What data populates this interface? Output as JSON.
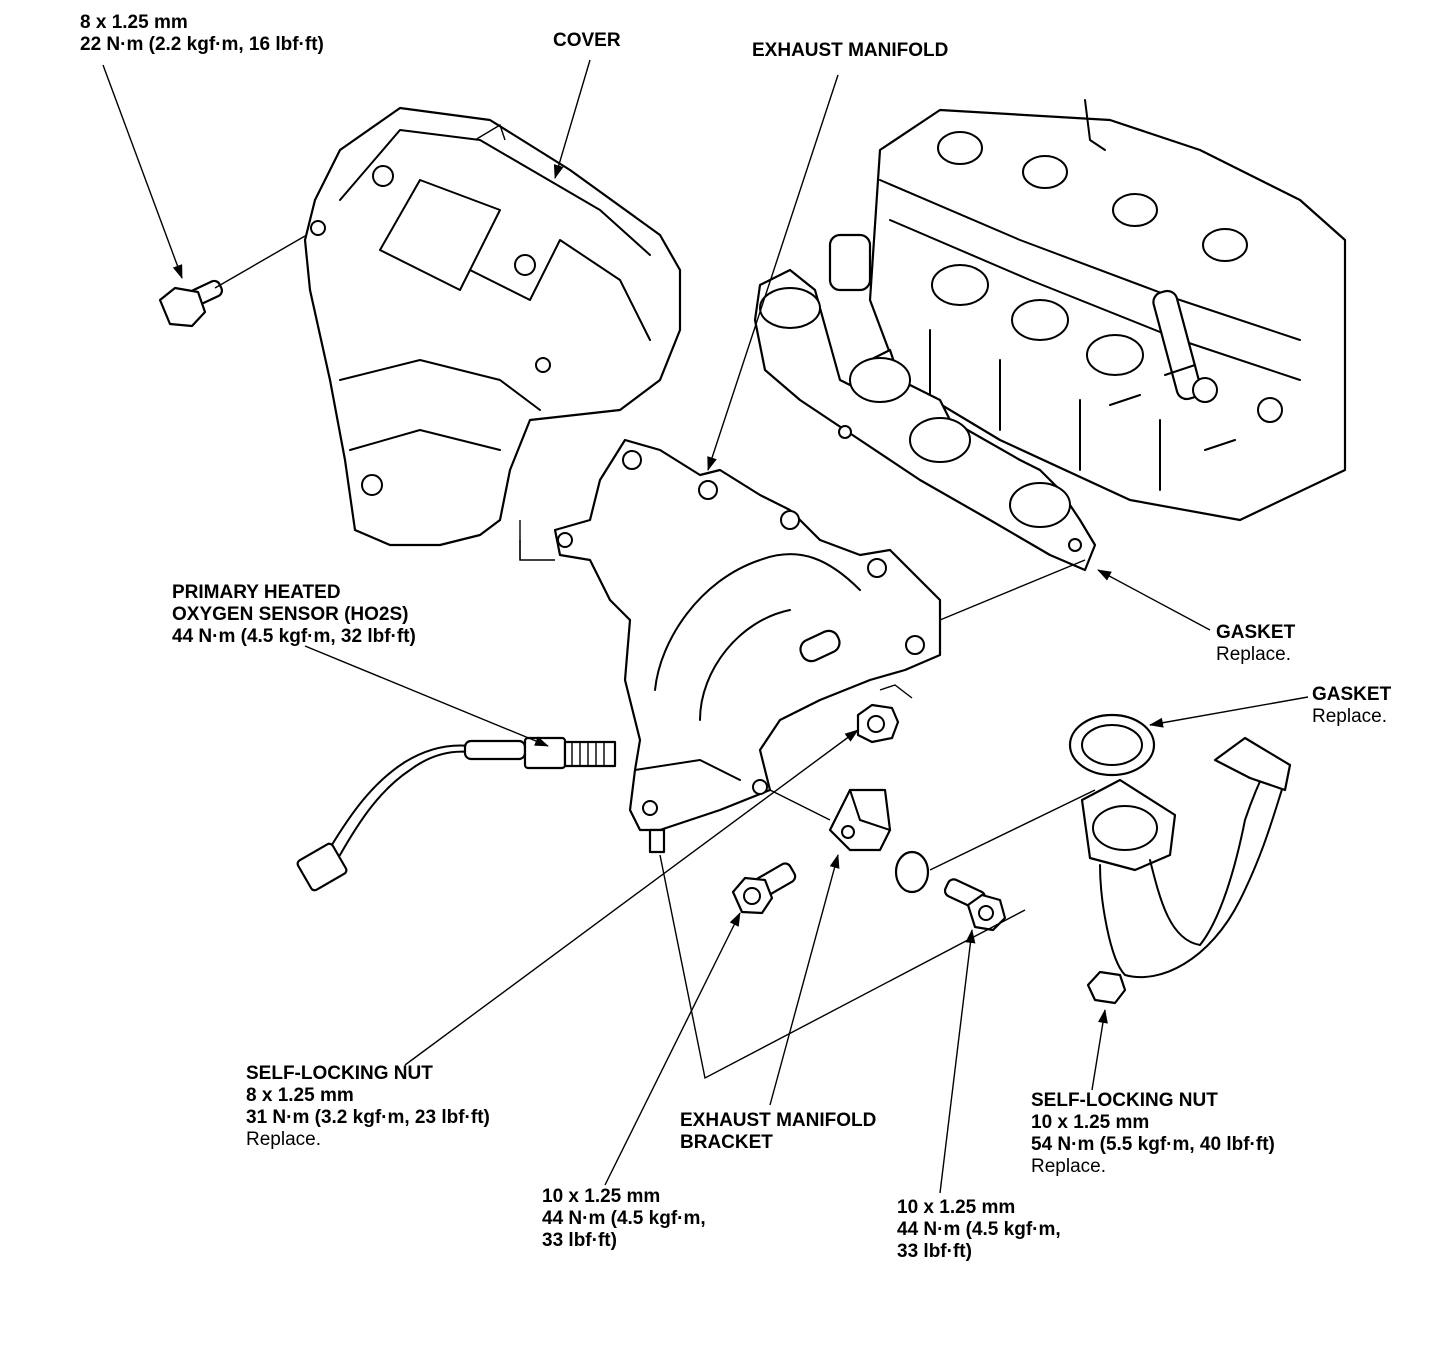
{
  "labels": {
    "cover_bolt": {
      "line1": "8 x 1.25 mm",
      "line2": "22 N·m (2.2 kgf·m, 16 lbf·ft)"
    },
    "cover": {
      "line1": "COVER"
    },
    "exhaust_manifold": {
      "line1": "EXHAUST MANIFOLD"
    },
    "o2_sensor": {
      "line1": "PRIMARY HEATED",
      "line2": "OXYGEN SENSOR (HO2S)",
      "line3": "44 N·m (4.5 kgf·m, 32 lbf·ft)"
    },
    "gasket_upper": {
      "line1": "GASKET",
      "line2": "Replace."
    },
    "gasket_lower": {
      "line1": "GASKET",
      "line2": "Replace."
    },
    "self_locking_nut_8": {
      "line1": "SELF-LOCKING NUT",
      "line2": "8 x 1.25 mm",
      "line3": "31 N·m (3.2 kgf·m, 23 lbf·ft)",
      "line4": "Replace."
    },
    "manifold_bracket": {
      "line1": "EXHAUST MANIFOLD",
      "line2": "BRACKET"
    },
    "bolt_10_left": {
      "line1": "10 x 1.25 mm",
      "line2": "44 N·m (4.5 kgf·m,",
      "line3": "33 lbf·ft)"
    },
    "bolt_10_right": {
      "line1": "10 x 1.25 mm",
      "line2": "44 N·m (4.5 kgf·m,",
      "line3": "33 lbf·ft)"
    },
    "self_locking_nut_10": {
      "line1": "SELF-LOCKING NUT",
      "line2": "10 x 1.25 mm",
      "line3": "54 N·m (5.5 kgf·m, 40 lbf·ft)",
      "line4": "Replace."
    }
  }
}
